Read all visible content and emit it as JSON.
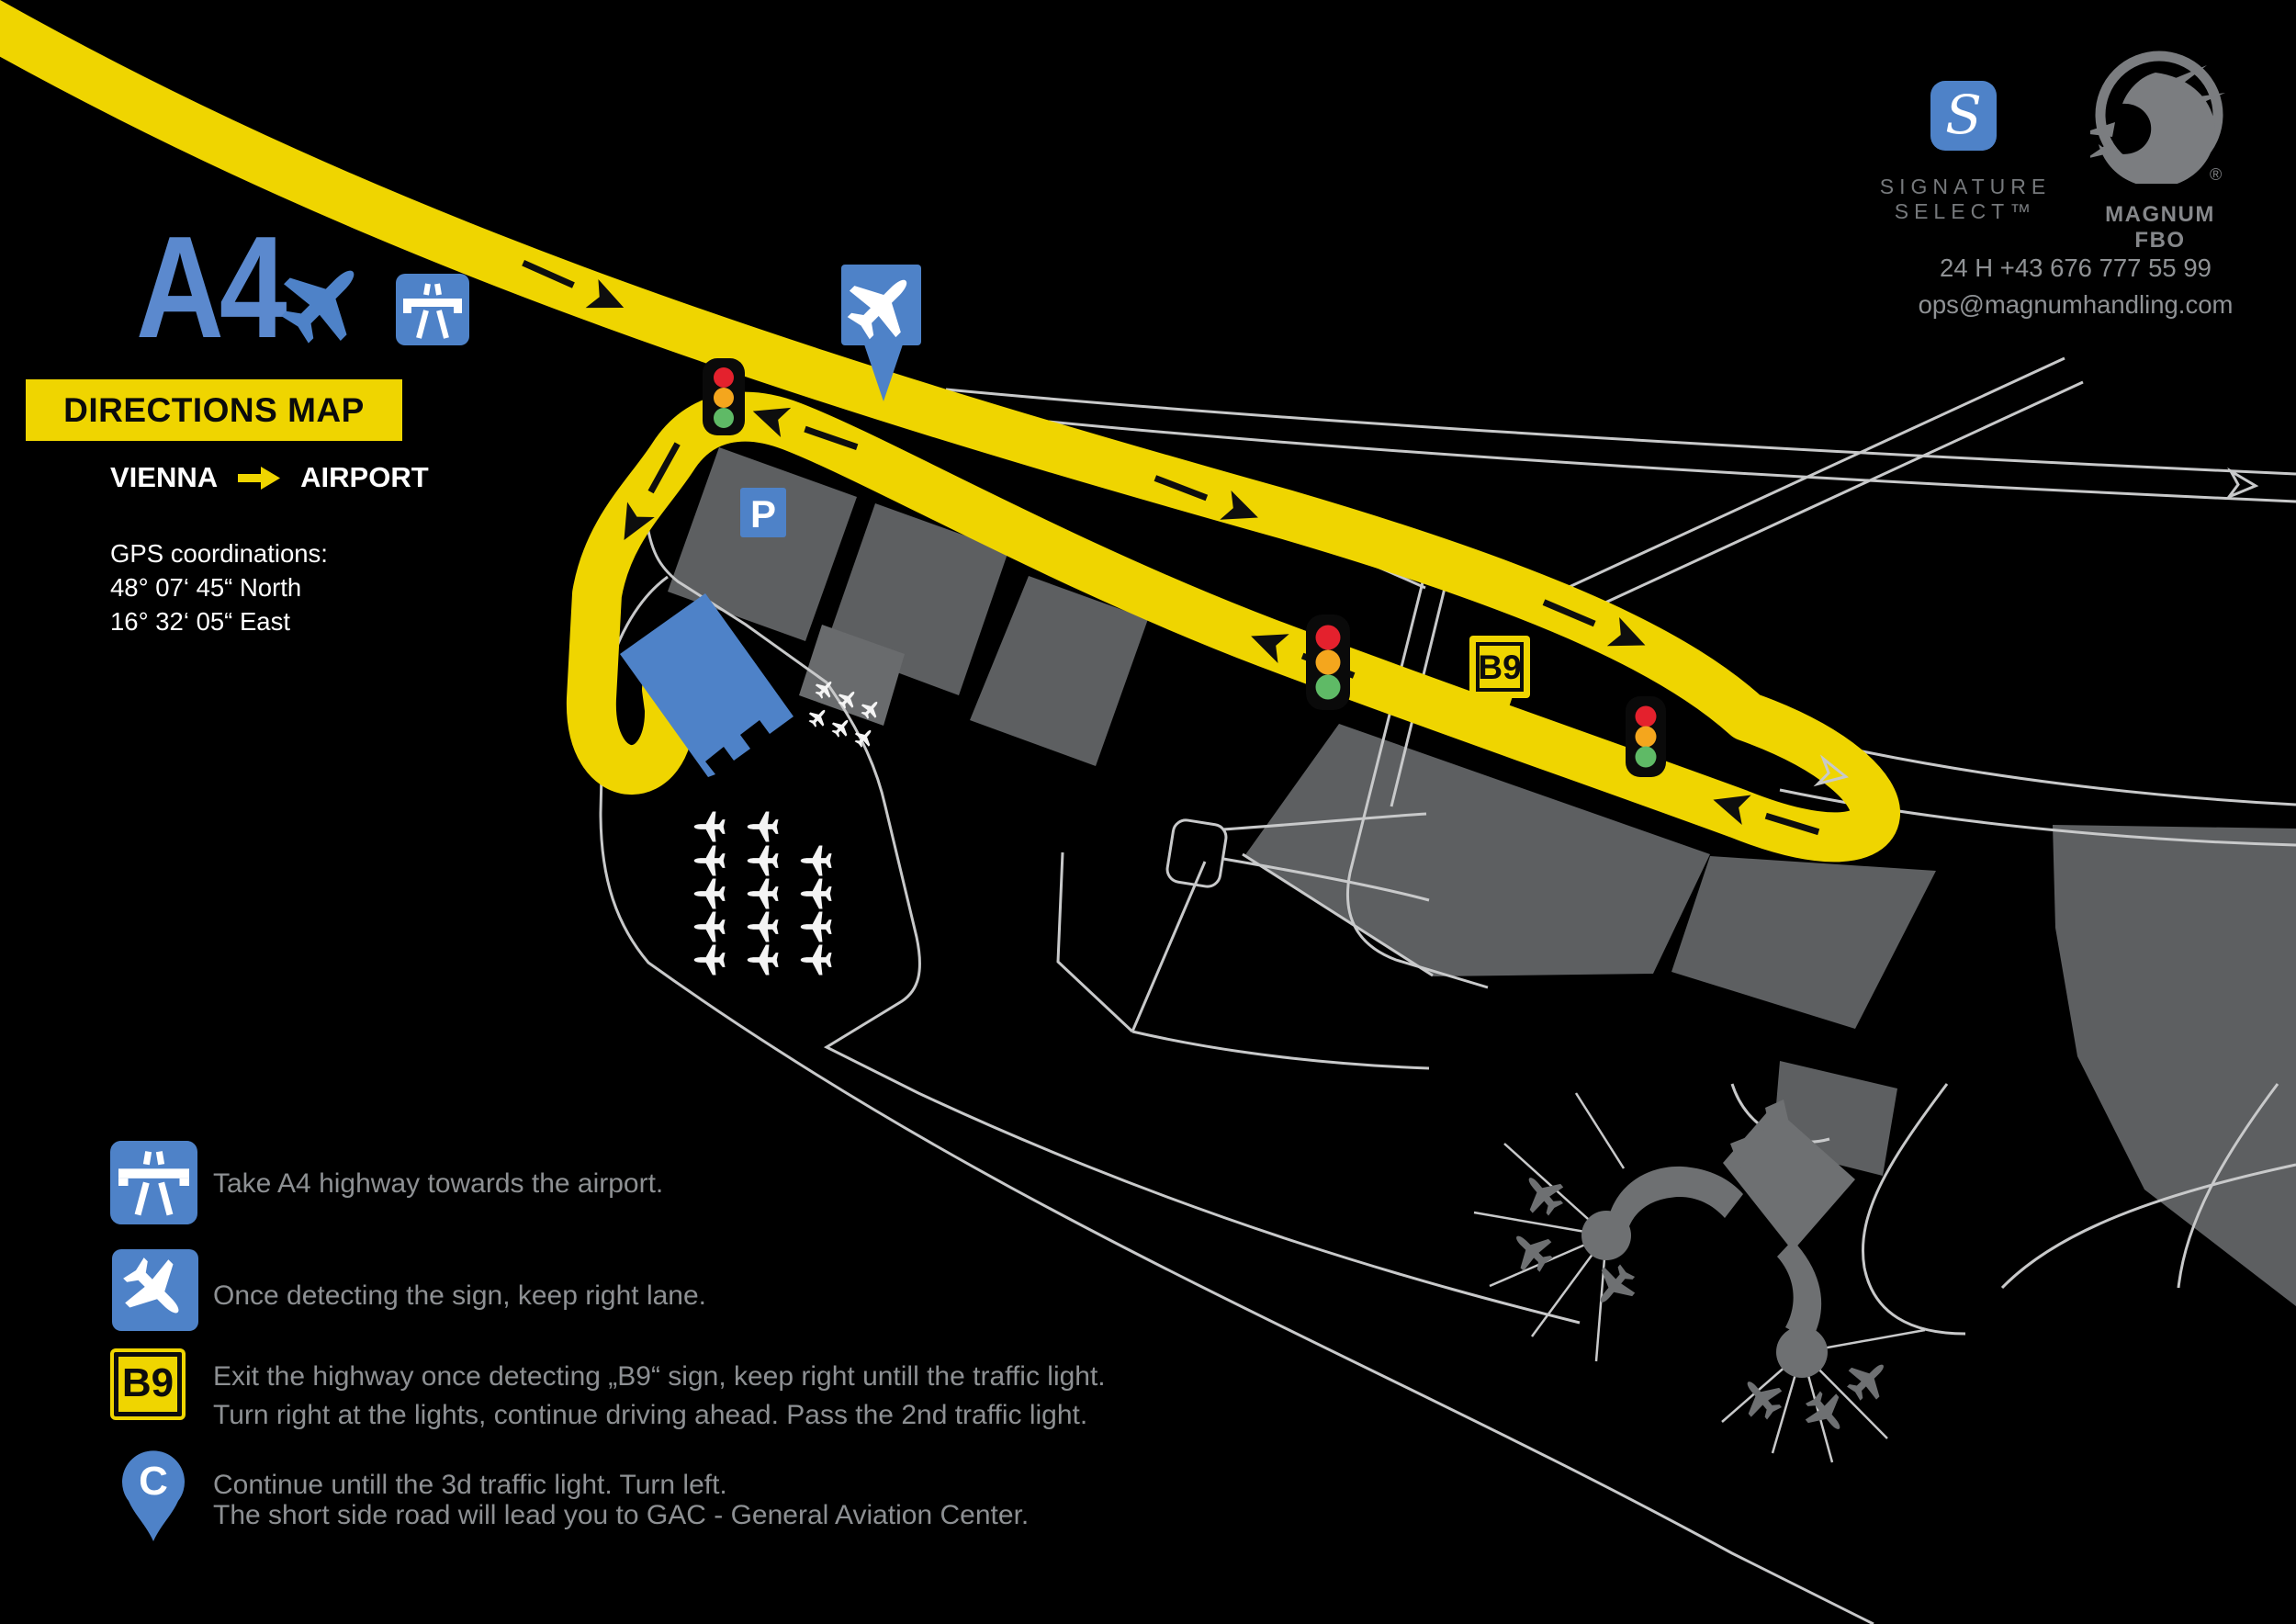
{
  "header": {
    "route_label": "A4",
    "banner": "DIRECTIONS MAP",
    "from_label": "VIENNA",
    "to_label": "AIRPORT",
    "gps_title": "GPS coordinations:",
    "gps_lat": "48° 07‘ 45“ North",
    "gps_lon": "16° 32‘ 05“ East"
  },
  "branding": {
    "signature_line1": "SIGNATURE",
    "signature_line2": "SELECT™",
    "magnum_label": "MAGNUM FBO",
    "registered_mark": "®",
    "phone": "24 H +43 676 777 55 99",
    "email": "ops@magnumhandling.com"
  },
  "map": {
    "parking_label": "P",
    "b9_label": "B9",
    "pin_c_label": "C"
  },
  "instructions": {
    "rows": [
      {
        "icon": "motorway-icon",
        "line1": "Take A4 highway towards the airport."
      },
      {
        "icon": "airplane-sign-icon",
        "line1": "Once detecting the sign, keep right lane."
      },
      {
        "icon": "b9-sign-icon",
        "line1": "Exit the highway once detecting „B9“ sign, keep right untill the traffic light.",
        "line2": "Turn right at the lights, continue driving ahead. Pass the 2nd traffic light."
      },
      {
        "icon": "c-pin-icon",
        "line1": "Continue untill the 3d traffic light. Turn left.",
        "line2": "The short side road will lead you to GAC - General Aviation Center."
      }
    ]
  },
  "colors": {
    "background": "#000000",
    "route_yellow": "#EFD500",
    "sign_blue": "#4E82C8",
    "a4_text_blue": "#5B89CE",
    "traffic_red": "#E4212D",
    "traffic_amber": "#F4A61D",
    "traffic_green": "#5FBA66",
    "apron_gray": "#5D5F61",
    "terminal_gray": "#6E7072",
    "road_line_gray": "#C8C9CA",
    "instruction_text_gray": "#8D9093",
    "logo_gray": "#7B7D80"
  }
}
